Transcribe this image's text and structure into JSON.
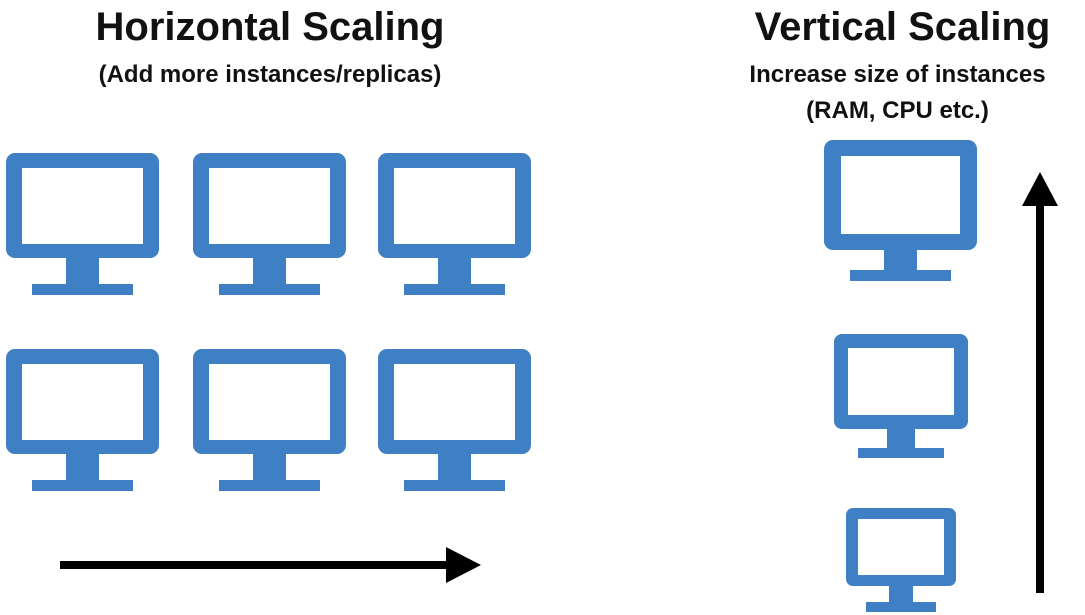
{
  "horizontal": {
    "title": "Horizontal Scaling",
    "subtitle": "(Add more instances/replicas)"
  },
  "vertical": {
    "title": "Vertical Scaling",
    "subtitle_line1": "Increase size of instances",
    "subtitle_line2": "(RAM, CPU etc.)"
  },
  "icons": {
    "instance": "monitor-icon",
    "direction": "arrow-icon"
  },
  "colors": {
    "monitor": "#3f7fc4",
    "arrow": "#000000",
    "text": "#111111"
  }
}
